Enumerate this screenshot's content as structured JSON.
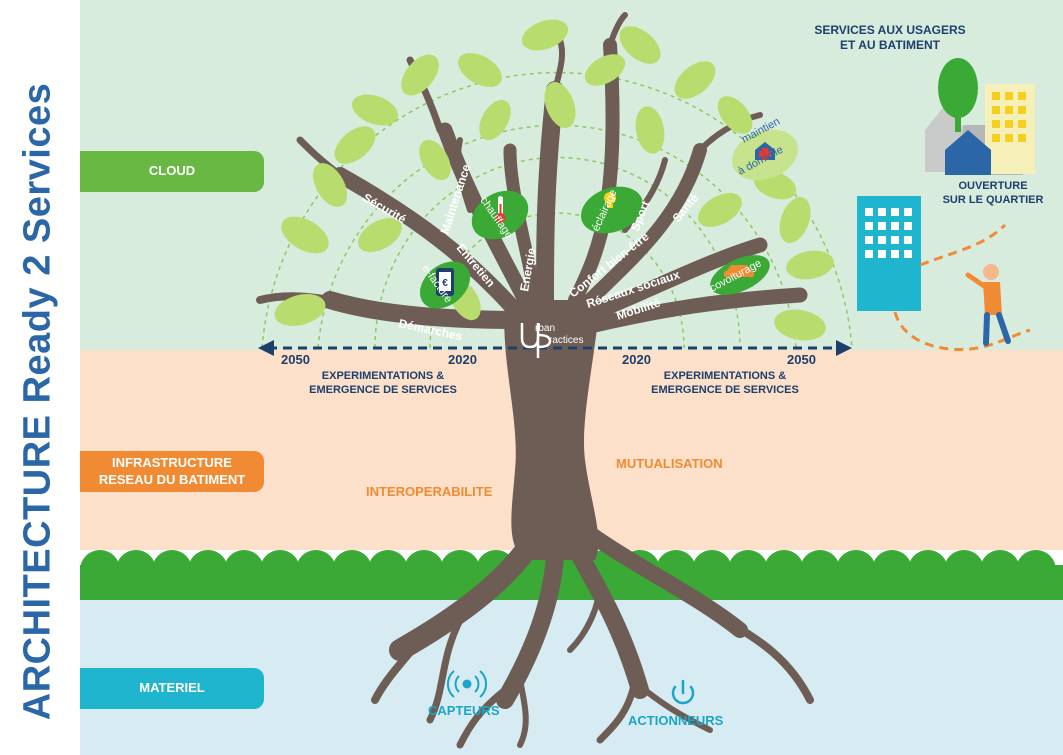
{
  "title": "ARCHITECTURE Ready 2 Services",
  "layers": {
    "cloud": "CLOUD",
    "infrastructure_line1": "INFRASTRUCTURE",
    "infrastructure_line2": "RESEAU DU BATIMENT",
    "material": "MATERIEL"
  },
  "timeline": {
    "left_outer": "2050",
    "left_inner": "2020",
    "right_inner": "2020",
    "right_outer": "2050",
    "left_caption_line1": "EXPERIMENTATIONS &",
    "left_caption_line2": "EMERGENCE DE SERVICES",
    "right_caption_line1": "EXPERIMENTATIONS &",
    "right_caption_line2": "EMERGENCE DE SERVICES"
  },
  "trunk_labels": {
    "interoperability": "INTEROPERABILITE",
    "mutualisation": "MUTUALISATION"
  },
  "branches": [
    "Sécurité",
    "Maintenance",
    "Entretien",
    "Démarches",
    "Energie",
    "Confort bien-être",
    "Sport",
    "Santé",
    "Réseaux sociaux",
    "Mobilité"
  ],
  "leaves": {
    "e_facture": "e-facture",
    "chauffage": "chauffage",
    "eclairage": "éclairage",
    "covoiturage": "covoiturage",
    "maintien_line1": "maintien",
    "maintien_line2": "à domicile"
  },
  "logo": {
    "letters_top": "rban",
    "letters_bottom": "ractices"
  },
  "roots": {
    "sensors": "CAPTEURS",
    "actuators": "ACTIONNEURS"
  },
  "services": {
    "title_line1": "SERVICES AUX USAGERS",
    "title_line2": "ET AU BATIMENT",
    "opening_line1": "OUVERTURE",
    "opening_line2": "SUR LE QUARTIER"
  },
  "colors": {
    "cloud_band": "#d8ecde",
    "infra_band": "#fde0c9",
    "material_band": "#d6ebf2",
    "cloud_label": "#6ab844",
    "infra_label": "#f08b33",
    "material_label": "#1fb5cf",
    "trunk": "#6e5d55",
    "title_blue": "#2b66a6",
    "navy": "#1d3f6b"
  }
}
